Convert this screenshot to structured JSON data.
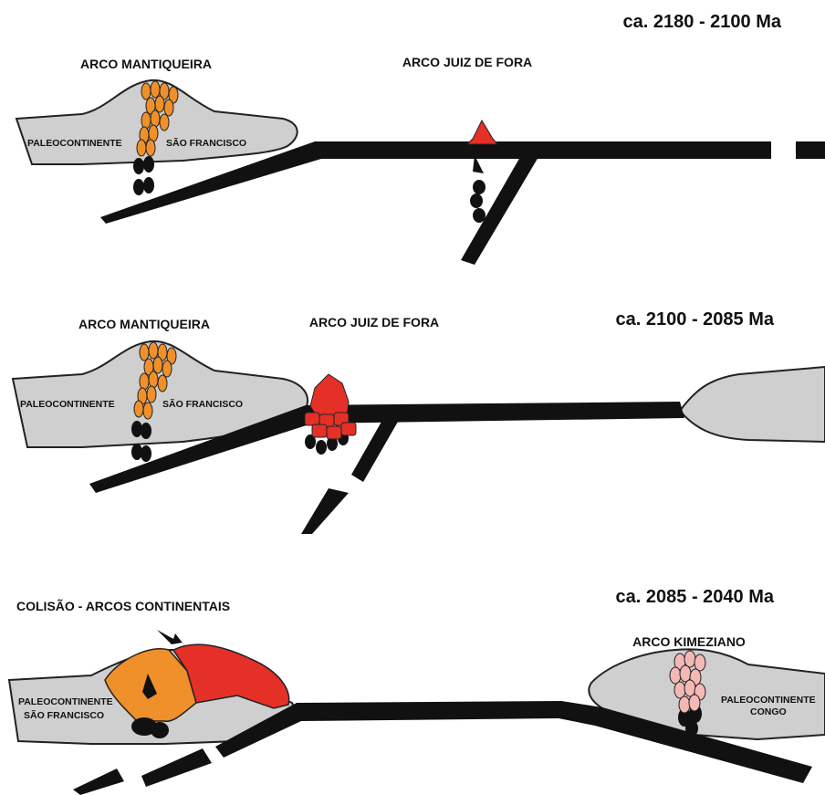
{
  "panels": [
    {
      "age": "ca. 2180 - 2100 Ma",
      "arc_left": "ARCO MANTIQUEIRA",
      "arc_right": "ARCO JUIZ DE FORA",
      "continent_left": "PALEOCONTINENTE",
      "continent_right": "SÃO FRANCISCO"
    },
    {
      "age": "ca. 2100 - 2085 Ma",
      "arc_left": "ARCO MANTIQUEIRA",
      "arc_right": "ARCO JUIZ DE FORA",
      "continent_left": "PALEOCONTINENTE",
      "continent_right": "SÃO FRANCISCO"
    },
    {
      "age": "ca. 2085 - 2040 Ma",
      "title": "COLISÃO - ARCOS CONTINENTAIS",
      "arc_right": "ARCO KIMEZIANO",
      "sf_line1": "PALEOCONTINENTE",
      "sf_line2": "SÃO FRANCISCO",
      "congo_line1": "PALEOCONTINENTE",
      "congo_line2": "CONGO"
    }
  ],
  "colors": {
    "continent": "#cfcfcf",
    "plate": "#111111",
    "mantiqueira": "#f0902a",
    "juiz_de_fora": "#e53027",
    "kimeziano": "#f4b8b5"
  }
}
